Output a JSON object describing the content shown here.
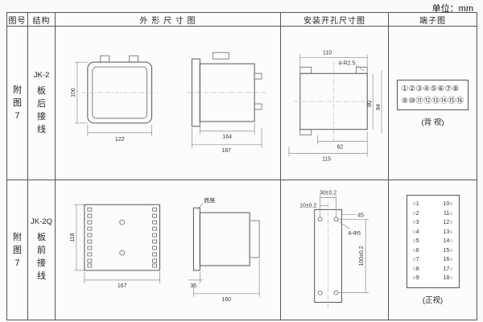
{
  "page": {
    "unit": "单位：mm"
  },
  "headers": {
    "fig": "图号",
    "struct": "结构",
    "outline": "外 形 尺 寸 图",
    "mounting": "安装开孔尺寸图",
    "terminal": "端子图"
  },
  "row1": {
    "fig": "附\n图\n7",
    "model": "JK-2",
    "wiring": "板\n后\n接\n线",
    "outline": {
      "d_height": "106",
      "d_width": "122",
      "d_depth": "164",
      "d_total": "187"
    },
    "mounting": {
      "d_top": "110",
      "corner_note": "4-R2.5",
      "d_h_inner": "80",
      "d_h_outer": "84",
      "d_b_small": "62",
      "d_b_full": "115"
    },
    "terminal": {
      "row_top": "①②③④⑤⑥⑦⑧",
      "row_bottom": "⑨⑩⑪⑫⑬⑭⑮⑯",
      "caption": "(背 视)"
    }
  },
  "row2": {
    "fig": "附\n图\n7",
    "model": "JK-2Q",
    "wiring": "板\n前\n接\n线",
    "outline": {
      "d_height": "118",
      "d_width": "167",
      "base_label": "底座",
      "d_small": "35",
      "d_depth": "160"
    },
    "mounting": {
      "d_top": "30±0.2",
      "d_top2": "10±0.2",
      "hole_note": "4-Φ5",
      "d_side": "45",
      "d_vert": "100±0.2"
    },
    "terminal": {
      "left": "○1\n○2\n○3\n○4\n○5\n○6\n○7\n○8\n○9",
      "right": "10○\n11○\n12○\n13○\n14○\n15○\n16○\n17○\n18○",
      "caption": "(正视)"
    }
  }
}
